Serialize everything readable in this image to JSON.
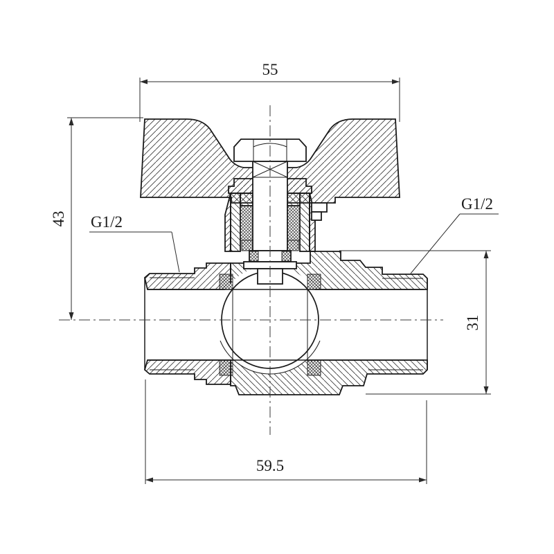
{
  "drawing": {
    "title": "ball-valve-butterfly-handle-section",
    "background_color": "#ffffff",
    "line_color": "#1a1a1a",
    "dimensions": {
      "top_width": {
        "value": "55"
      },
      "left_height": {
        "value": "43"
      },
      "right_height": {
        "value": "31"
      },
      "bottom_width": {
        "value": "59.5"
      }
    },
    "thread_labels": {
      "left": "G1/2",
      "right": "G1/2"
    }
  }
}
